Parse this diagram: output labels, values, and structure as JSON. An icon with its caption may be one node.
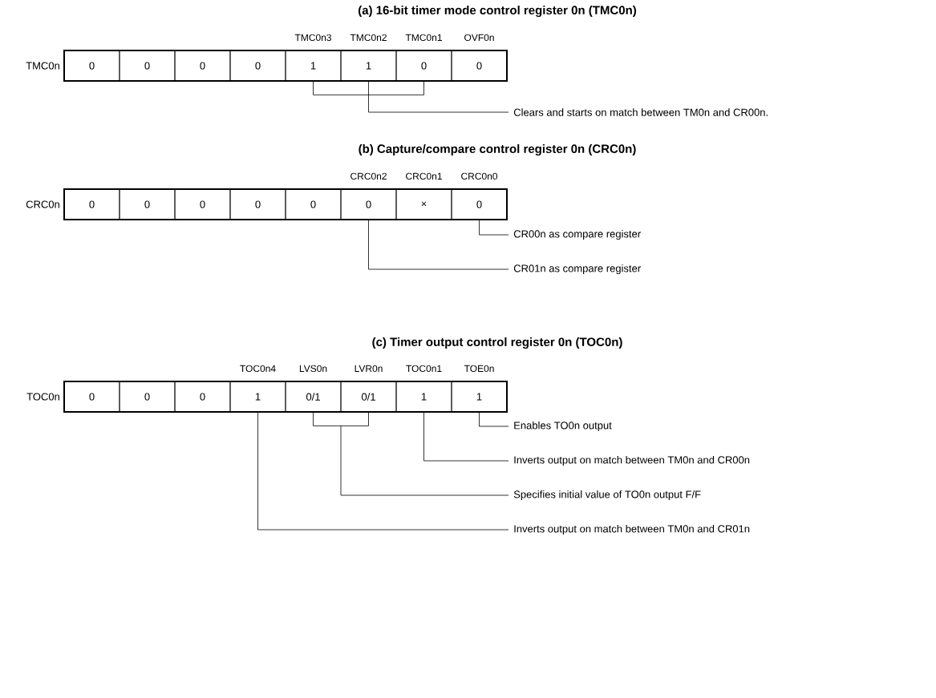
{
  "diagram": {
    "nodes": [
      {
        "text": [
          "0"
        ]
      },
      {
        "text": [
          "0"
        ]
      },
      {
        "text": [
          "0"
        ]
      },
      {
        "text": [
          "0"
        ]
      },
      {
        "text": [
          "1"
        ]
      },
      {
        "text": [
          "1"
        ]
      },
      {
        "text": [
          "0"
        ]
      },
      {
        "text": [
          "0"
        ]
      },
      {
        "text": [
          "Clears and starts on match between TM0n and CR00n."
        ]
      },
      {
        "text": [
          "0"
        ]
      },
      {
        "text": [
          "0"
        ]
      },
      {
        "text": [
          "0"
        ]
      },
      {
        "text": [
          "0"
        ]
      },
      {
        "text": [
          "0"
        ]
      },
      {
        "text": [
          "0"
        ]
      },
      {
        "text": [
          "×"
        ]
      },
      {
        "text": [
          "0"
        ]
      },
      {
        "text": [
          "CR00n as compare register"
        ]
      },
      {
        "text": [
          "CR01n as compare register"
        ]
      },
      {
        "text": [
          "0"
        ]
      },
      {
        "text": [
          "0"
        ]
      },
      {
        "text": [
          "0"
        ]
      },
      {
        "text": [
          "1"
        ]
      },
      {
        "text": [
          "0/1"
        ]
      },
      {
        "text": [
          "0/1"
        ]
      },
      {
        "text": [
          "1"
        ]
      },
      {
        "text": [
          "1"
        ]
      },
      {
        "text": [
          "Enables TO0n output"
        ]
      },
      {
        "text": [
          "Inverts output on match between TM0n and CR00n"
        ]
      },
      {
        "text": [
          "Specifies initial value of TO0n output F/F"
        ]
      },
      {
        "text": [
          "Inverts output on match between TM0n and CR01n"
        ]
      }
    ],
    "edges": [
      {
        "from": 4,
        "to": 8,
        "arrow": "none"
      },
      {
        "from": 5,
        "to": 8,
        "arrow": "none"
      },
      {
        "from": 6,
        "to": 8,
        "arrow": "none"
      },
      {
        "from": 16,
        "to": 17,
        "arrow": "none"
      },
      {
        "from": 14,
        "to": 18,
        "arrow": "none"
      },
      {
        "from": 26,
        "to": 27,
        "arrow": "none"
      },
      {
        "from": 25,
        "to": 28,
        "arrow": "none"
      },
      {
        "from": 23,
        "to": 29,
        "arrow": "none"
      },
      {
        "from": 24,
        "to": 29,
        "arrow": "none"
      },
      {
        "from": 22,
        "to": 30,
        "arrow": "none"
      }
    ],
    "labels": [
      "(a)  16-bit timer mode control register 0n (TMC0n)",
      "TMC0n3",
      "TMC0n2",
      "TMC0n1",
      "OVF0n",
      "TMC0n",
      "(b)  Capture/compare control register 0n (CRC0n)",
      "CRC0n2",
      "CRC0n1",
      "CRC0n0",
      "CRC0n",
      "(c)  Timer output control register 0n (TOC0n)",
      "TOC0n4",
      "LVS0n",
      "LVR0n",
      "TOC0n1",
      "TOE0n",
      "TOC0n"
    ]
  }
}
